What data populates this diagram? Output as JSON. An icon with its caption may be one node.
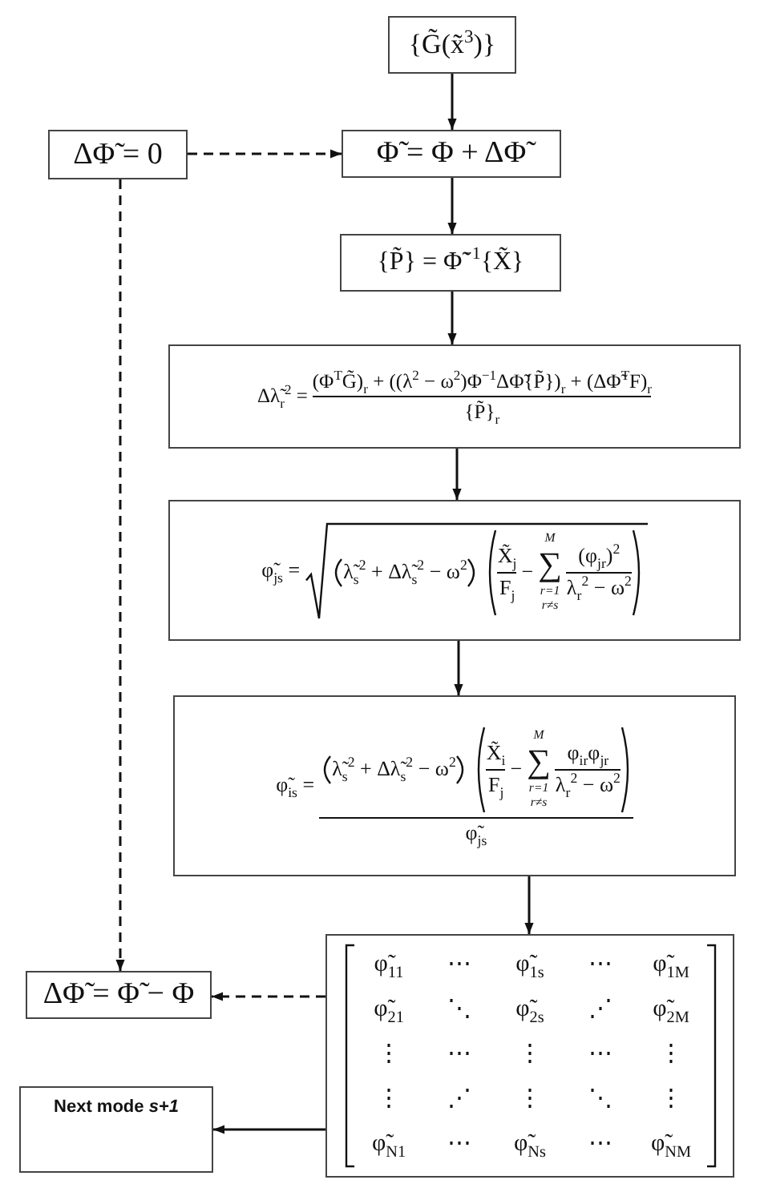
{
  "diagram": {
    "nodes": [
      {
        "text": [
          "{G̃(x̃$^{3}$)}"
        ]
      },
      {
        "text": [
          "ΔΦ̃ = 0"
        ]
      },
      {
        "text": [
          "Φ̃ = Φ + ΔΦ̃"
        ]
      },
      {
        "text": [
          "{P̃} = Φ̃$^{−1}${X̃}"
        ]
      },
      {
        "text": [
          "Δλ̃$_{r}$$^{2}$ =",
          "(Φ$^{T}$G̃)$_{r}$ + ((λ$^{2}$ − ω$^{2}$)Φ$^{−1}$ΔΦ̃{P̃})$_{r}$ + (ΔΦ̃$^{T}$F)$_{r}$",
          "{P̃}$_{r}$"
        ]
      },
      {
        "text": [
          "φ̃$_{js}$ =",
          "λ̃$_{s}$$^{2}$ + Δλ̃$_{s}$$^{2}$ − ω$^{2}$",
          "X̃$_{j}$",
          "F$_{j}$",
          "−",
          "M",
          "∑",
          "r=1",
          "r≠s",
          "(φ$_{jr}$)$^{2}$",
          "λ$_{r}$$^{2}$ − ω$^{2}$"
        ]
      },
      {
        "text": [
          "φ̃$_{is}$ =",
          "λ̃$_{s}$$^{2}$ + Δλ̃$_{s}$$^{2}$ − ω$^{2}$",
          "X̃$_{i}$",
          "F$_{j}$",
          "−",
          "M",
          "∑",
          "r=1",
          "r≠s",
          "φ$_{ir}$φ$_{jr}$",
          "λ$_{r}$$^{2}$ − ω$^{2}$",
          "φ̃$_{js}$"
        ]
      },
      {
        "text": [
          "φ̃$_{11}$",
          "⋯",
          "φ̃$_{1s}$",
          "⋯",
          "φ̃$_{1M}$",
          "φ̃$_{21}$",
          "⋱",
          "φ̃$_{2s}$",
          "⋰",
          "φ̃$_{2M}$",
          "⋮",
          "⋯",
          "⋮",
          "⋯",
          "⋮",
          "⋮",
          "⋰",
          "⋮",
          "⋱",
          "⋮",
          "φ̃$_{N1}$",
          "⋯",
          "φ̃$_{Ns}$",
          "⋯",
          "φ̃$_{NM}$"
        ]
      },
      {
        "text": [
          "ΔΦ̃ = Φ̃ − Φ"
        ]
      },
      {
        "text": [
          "Next mode *s+1*"
        ]
      }
    ],
    "edges": [
      {
        "from": 0,
        "to": 2,
        "arrow": "to"
      },
      {
        "from": 1,
        "to": 2,
        "arrow": "to",
        "style": "dashed"
      },
      {
        "from": 2,
        "to": 3,
        "arrow": "to"
      },
      {
        "from": 3,
        "to": 4,
        "arrow": "to"
      },
      {
        "from": 4,
        "to": 5,
        "arrow": "to"
      },
      {
        "from": 5,
        "to": 6,
        "arrow": "to"
      },
      {
        "from": 6,
        "to": 7,
        "arrow": "to"
      },
      {
        "from": 1,
        "to": 8,
        "arrow": "to",
        "style": "dashed"
      },
      {
        "from": 7,
        "to": 8,
        "arrow": "to",
        "style": "dashed"
      },
      {
        "from": 7,
        "to": 9,
        "arrow": "to"
      }
    ]
  }
}
